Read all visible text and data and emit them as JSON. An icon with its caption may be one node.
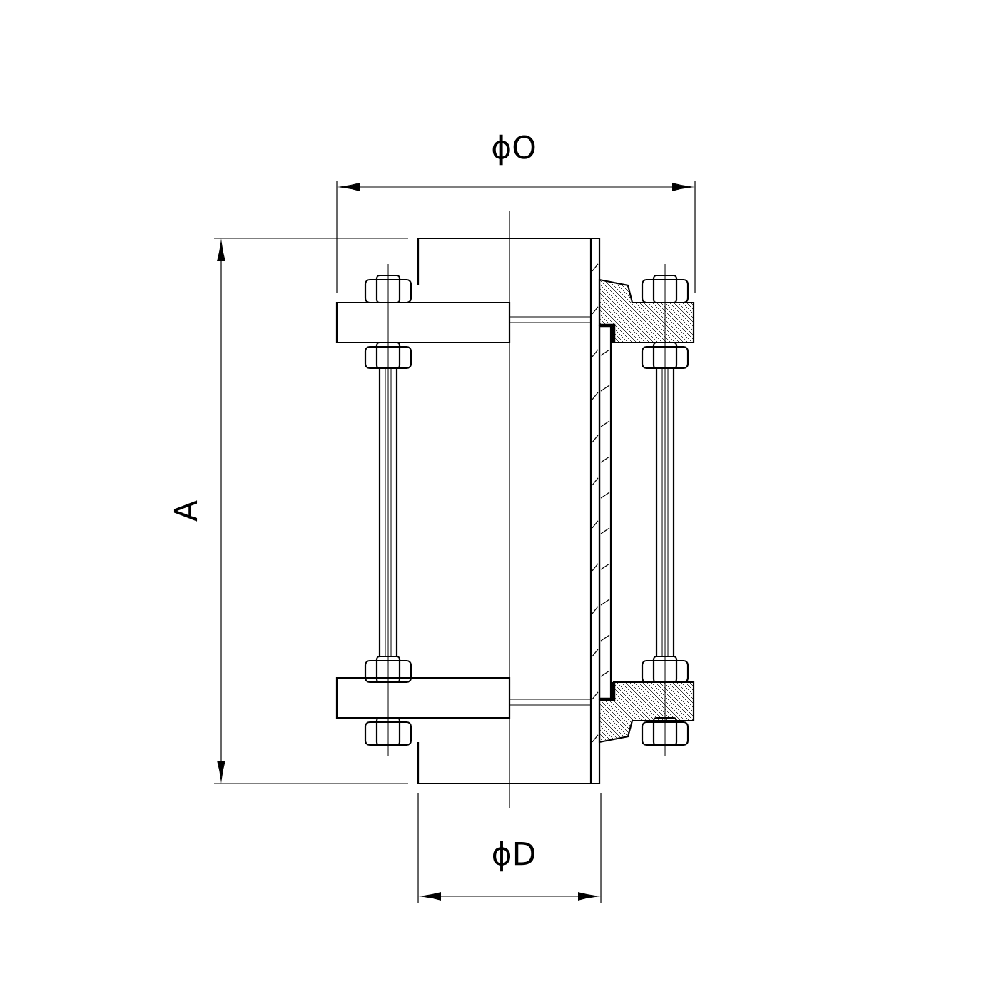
{
  "diagram": {
    "labels": [
      "ϕO",
      "A",
      "ϕD"
    ]
  }
}
